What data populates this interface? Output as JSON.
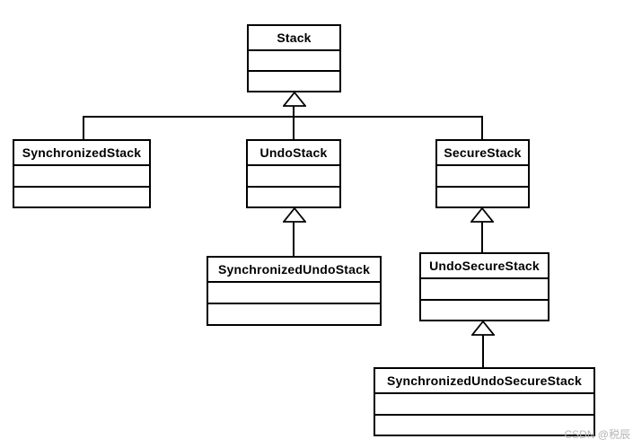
{
  "diagram": {
    "classes": [
      {
        "name": "Stack"
      },
      {
        "name": "SynchronizedStack"
      },
      {
        "name": "UndoStack"
      },
      {
        "name": "SecureStack"
      },
      {
        "name": "SynchronizedUndoStack"
      },
      {
        "name": "UndoSecureStack"
      },
      {
        "name": "SynchronizedUndoSecureStack"
      }
    ],
    "relations": [
      {
        "from": "SynchronizedStack",
        "to": "Stack",
        "type": "generalization"
      },
      {
        "from": "UndoStack",
        "to": "Stack",
        "type": "generalization"
      },
      {
        "from": "SecureStack",
        "to": "Stack",
        "type": "generalization"
      },
      {
        "from": "SynchronizedUndoStack",
        "to": "UndoStack",
        "type": "generalization"
      },
      {
        "from": "UndoSecureStack",
        "to": "SecureStack",
        "type": "generalization"
      },
      {
        "from": "SynchronizedUndoSecureStack",
        "to": "UndoSecureStack",
        "type": "generalization"
      }
    ],
    "colors": {
      "line": "#000000",
      "box_background": "#ffffff",
      "text": "#000000",
      "watermark": "#b5b5b5"
    }
  },
  "watermark": {
    "text": "CSDN @税辰"
  }
}
